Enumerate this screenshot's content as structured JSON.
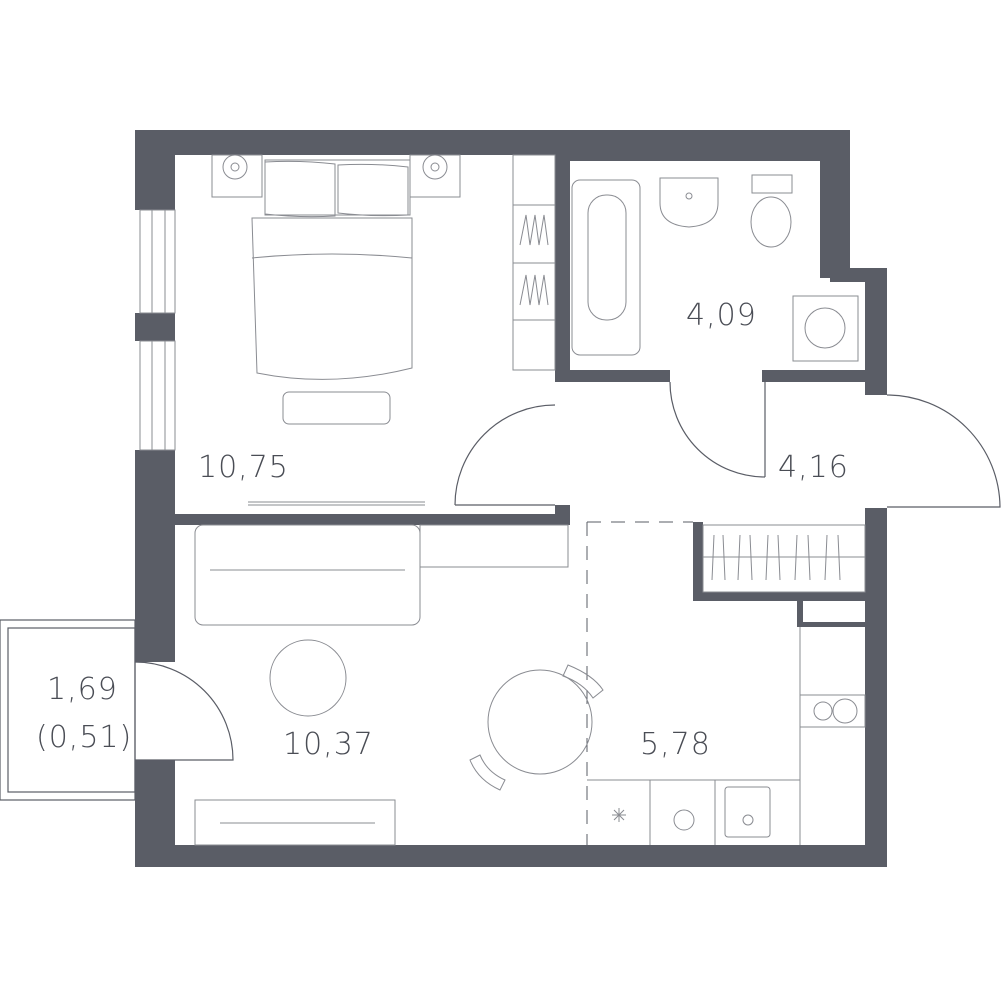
{
  "plan": {
    "wall_color": "#5a5d66",
    "rooms": [
      {
        "name": "bedroom",
        "area": "10,75"
      },
      {
        "name": "bathroom",
        "area": "4,09"
      },
      {
        "name": "hallway",
        "area": "4,16"
      },
      {
        "name": "living-room",
        "area": "10,37"
      },
      {
        "name": "kitchen",
        "area": "5,78"
      },
      {
        "name": "balcony",
        "area": "1,69",
        "reduced_area": "(0,51)"
      }
    ]
  }
}
